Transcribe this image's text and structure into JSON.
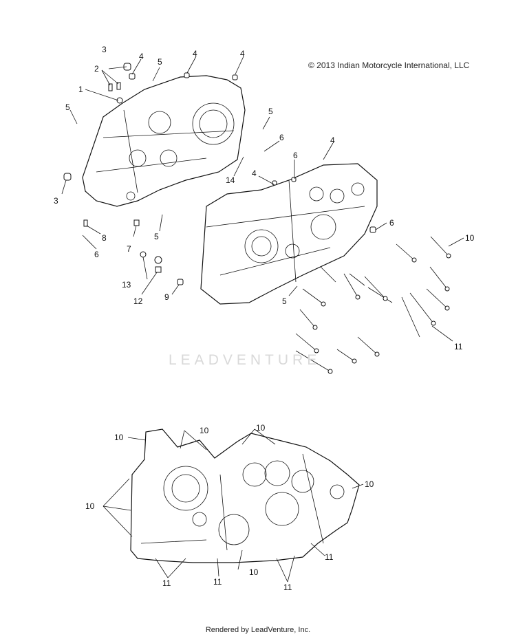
{
  "copyright": "© 2013 Indian Motorcycle International, LLC",
  "footer": "Rendered by LeadVenture, Inc.",
  "watermark": "LEADVENTURE",
  "callouts": [
    {
      "label": "1"
    },
    {
      "label": "2"
    },
    {
      "label": "3"
    },
    {
      "label": "3"
    },
    {
      "label": "4"
    },
    {
      "label": "4"
    },
    {
      "label": "4"
    },
    {
      "label": "4"
    },
    {
      "label": "4"
    },
    {
      "label": "5"
    },
    {
      "label": "5"
    },
    {
      "label": "5"
    },
    {
      "label": "5"
    },
    {
      "label": "5"
    },
    {
      "label": "6"
    },
    {
      "label": "6"
    },
    {
      "label": "6"
    },
    {
      "label": "6"
    },
    {
      "label": "7"
    },
    {
      "label": "8"
    },
    {
      "label": "9"
    },
    {
      "label": "10"
    },
    {
      "label": "11"
    },
    {
      "label": "12"
    },
    {
      "label": "13"
    },
    {
      "label": "14"
    },
    {
      "label": "10"
    },
    {
      "label": "10"
    },
    {
      "label": "10"
    },
    {
      "label": "10"
    },
    {
      "label": "10"
    },
    {
      "label": "10"
    },
    {
      "label": "11"
    },
    {
      "label": "11"
    },
    {
      "label": "11"
    },
    {
      "label": "11"
    }
  ]
}
